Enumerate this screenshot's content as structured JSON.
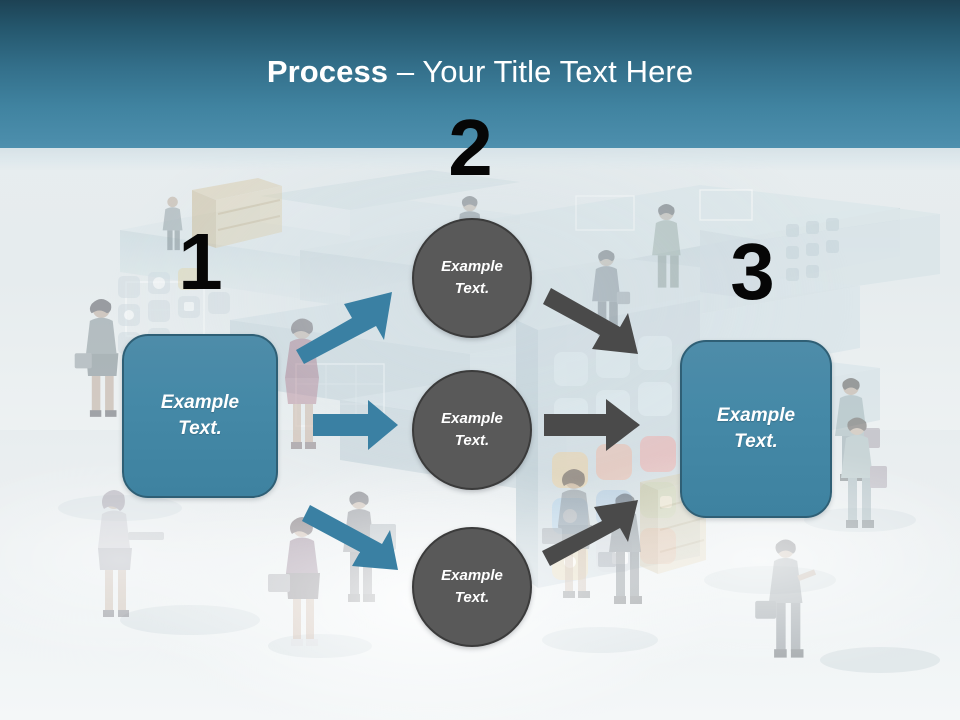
{
  "slide": {
    "title_strong": "Process",
    "title_rest": " – Your Title Text Here",
    "background_description": "Faded isometric illustration of office shelving, app icon tiles and business people"
  },
  "colors": {
    "header_top": "#1d4254",
    "header_bottom": "#4e90ae",
    "page_background": "#eceff1",
    "box_fill": "#4589a7",
    "box_border": "#2f5f75",
    "circle_fill": "#595959",
    "circle_border": "#3b3b3b",
    "arrow_blue": "#3a80a3",
    "arrow_gray": "#4a4a4a",
    "number_color": "#060606",
    "text_on_shape": "#ffffff"
  },
  "steps": [
    {
      "number": "1",
      "shape": "rounded-rectangle",
      "label": "Example\nText."
    },
    {
      "number": "2",
      "shape": "circle",
      "items": [
        {
          "label": "Example\nText."
        },
        {
          "label": "Example\nText."
        },
        {
          "label": "Example\nText."
        }
      ]
    },
    {
      "number": "3",
      "shape": "rounded-rectangle",
      "label": "Example\nText."
    }
  ],
  "arrows": [
    {
      "name": "arrow-step1-to-circle-top",
      "color": "#3a80a3",
      "direction": "up-right"
    },
    {
      "name": "arrow-step1-to-circle-middle",
      "color": "#3a80a3",
      "direction": "right"
    },
    {
      "name": "arrow-step1-to-circle-bottom",
      "color": "#3a80a3",
      "direction": "down-right"
    },
    {
      "name": "arrow-circle-top-to-step3",
      "color": "#4a4a4a",
      "direction": "down-right"
    },
    {
      "name": "arrow-circle-middle-to-step3",
      "color": "#4a4a4a",
      "direction": "right"
    },
    {
      "name": "arrow-circle-bottom-to-step3",
      "color": "#4a4a4a",
      "direction": "up-right"
    }
  ]
}
